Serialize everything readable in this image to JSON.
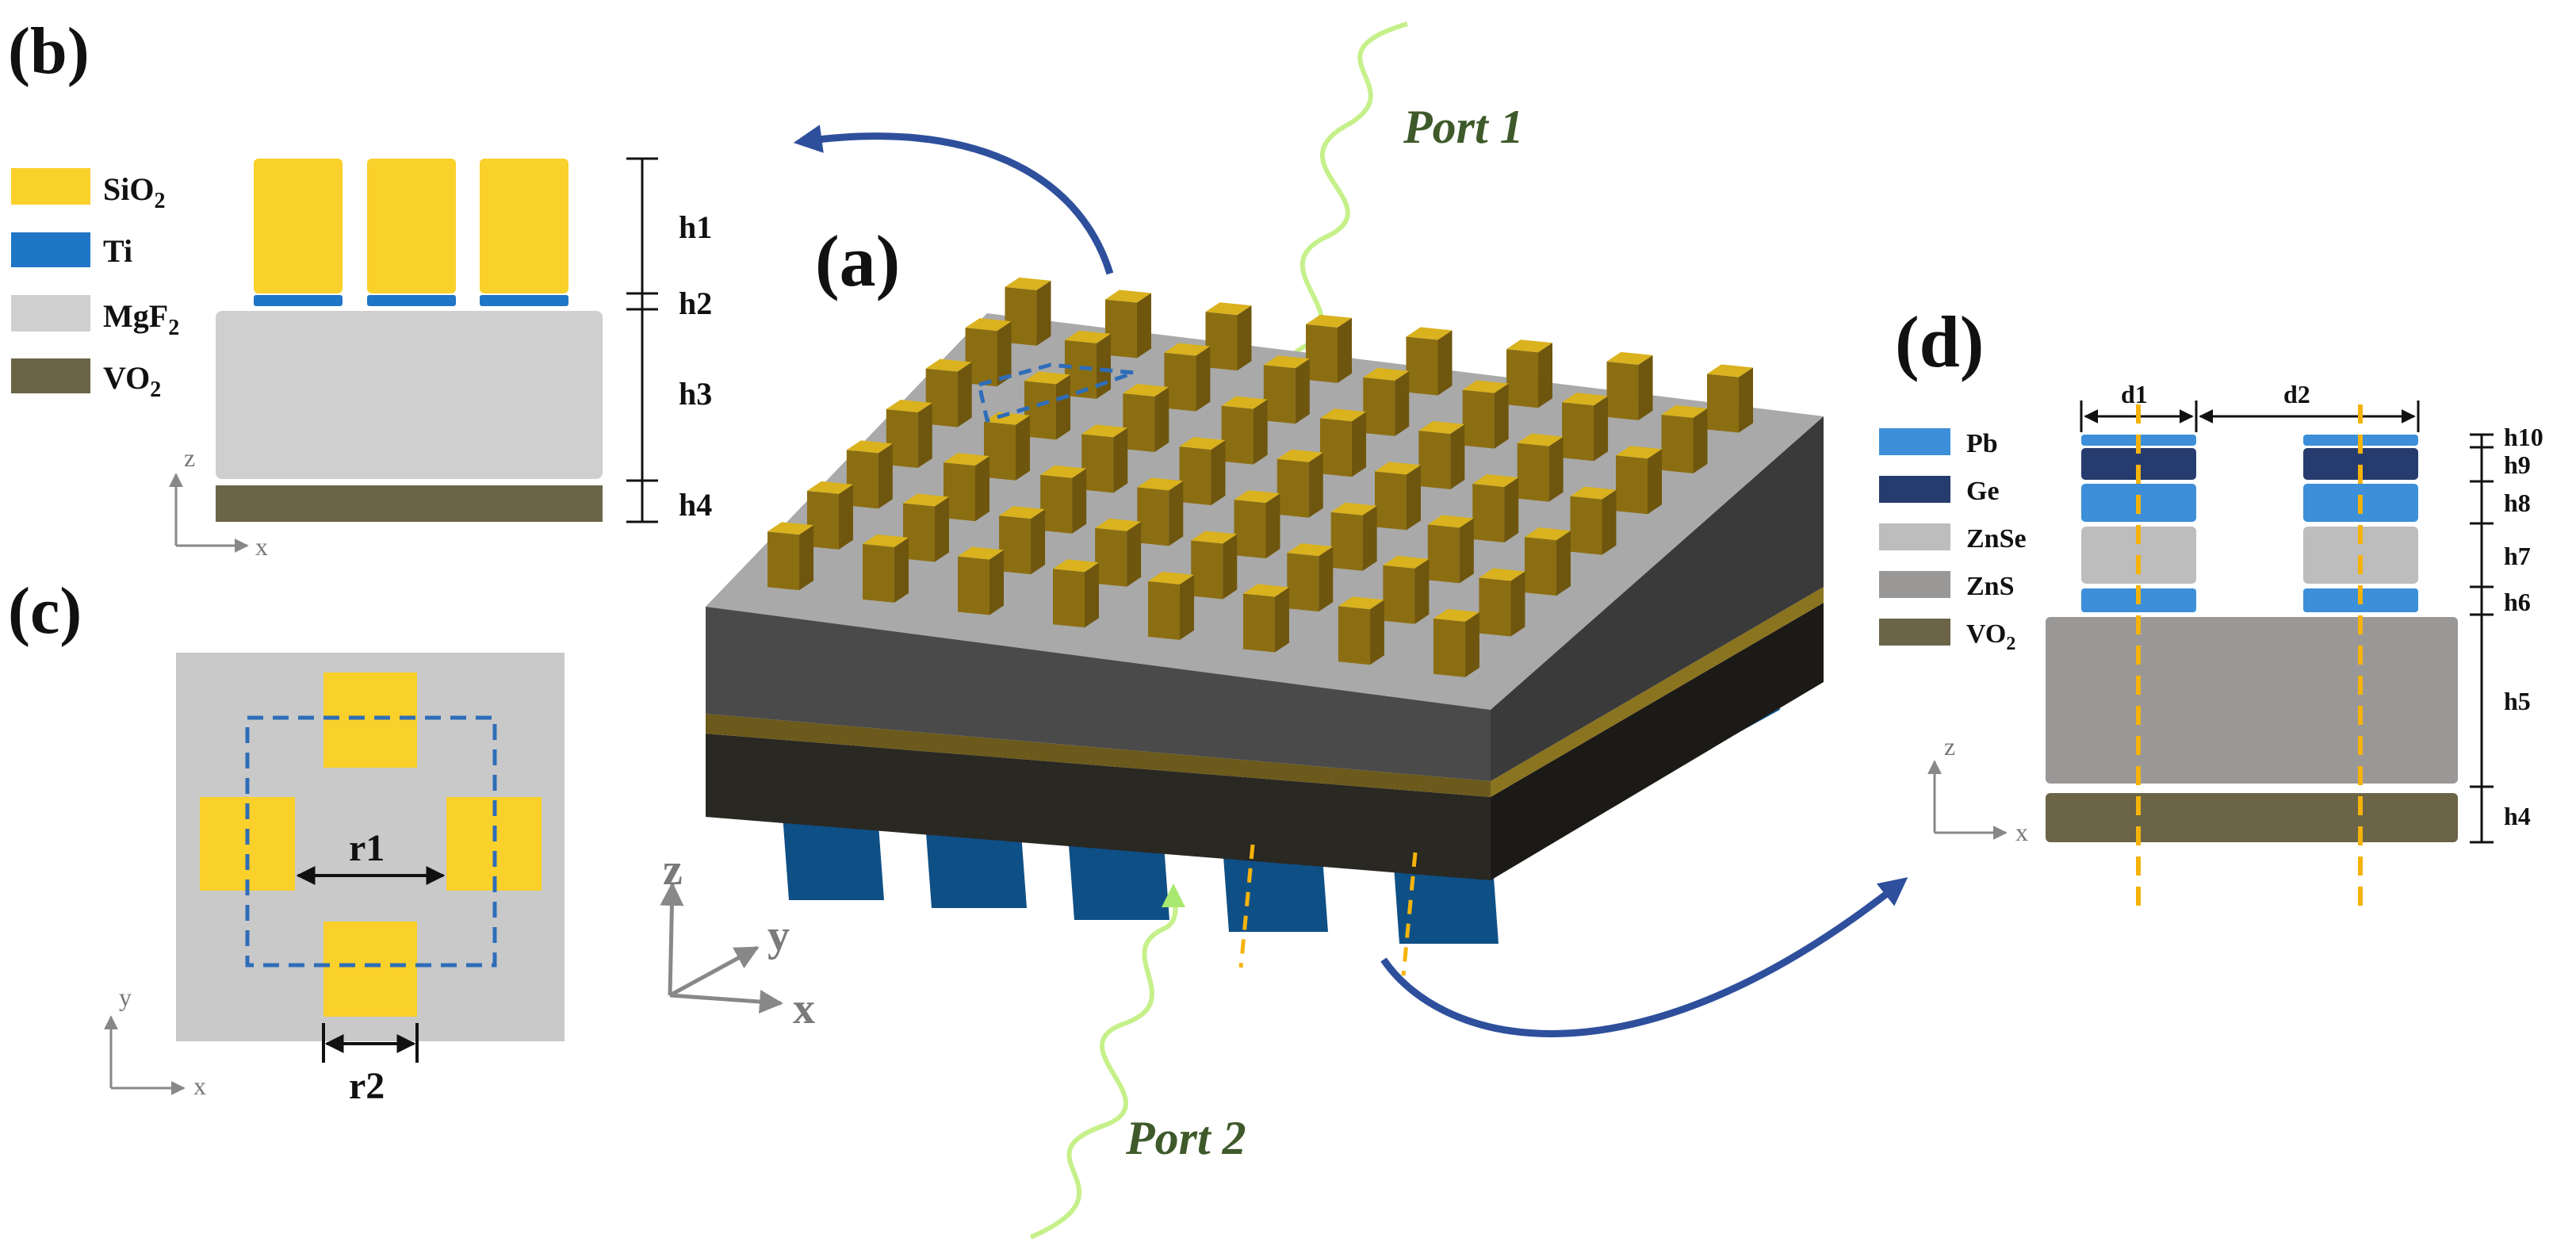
{
  "panels": {
    "a": "(a)",
    "b": "(b)",
    "c": "(c)",
    "d": "(d)"
  },
  "colors": {
    "sio2": "#FAD02A",
    "ti": "#1F75C6",
    "mgf2": "#CFCFCF",
    "vo2": "#6B6447",
    "pb": "#3C8FD8",
    "ge": "#273C6E",
    "znse": "#BDBDBD",
    "zns": "#9A9797",
    "dashed_blue": "#2E6DB8",
    "dashed_orange": "#F5B30A",
    "arrow_blue": "#2E4F9C",
    "port_wave": "#C6F08A"
  },
  "panel_b": {
    "legend": [
      {
        "label": "SiO",
        "sub": "2",
        "key": "sio2"
      },
      {
        "label": "Ti",
        "sub": "",
        "key": "ti"
      },
      {
        "label": "MgF",
        "sub": "2",
        "key": "mgf2"
      },
      {
        "label": "VO",
        "sub": "2",
        "key": "vo2"
      }
    ],
    "dims": [
      "h1",
      "h2",
      "h3",
      "h4"
    ],
    "axes": {
      "vertical": "z",
      "horizontal": "x"
    }
  },
  "panel_c": {
    "dims": [
      "r1",
      "r2"
    ],
    "axes": {
      "vertical": "y",
      "horizontal": "x"
    }
  },
  "panel_a": {
    "ports": [
      "Port 1",
      "Port 2"
    ],
    "axes": {
      "z": "z",
      "y": "y",
      "x": "x"
    }
  },
  "panel_d": {
    "legend": [
      {
        "label": "Pb",
        "sub": "",
        "key": "pb"
      },
      {
        "label": "Ge",
        "sub": "",
        "key": "ge"
      },
      {
        "label": "ZnSe",
        "sub": "",
        "key": "znse"
      },
      {
        "label": "ZnS",
        "sub": "",
        "key": "zns"
      },
      {
        "label": "VO",
        "sub": "2",
        "key": "vo2"
      }
    ],
    "top_dims": [
      "d1",
      "d2"
    ],
    "dims": [
      "h10",
      "h9",
      "h8",
      "h7",
      "h6",
      "h5",
      "h4"
    ],
    "axes": {
      "vertical": "z",
      "horizontal": "x"
    }
  }
}
